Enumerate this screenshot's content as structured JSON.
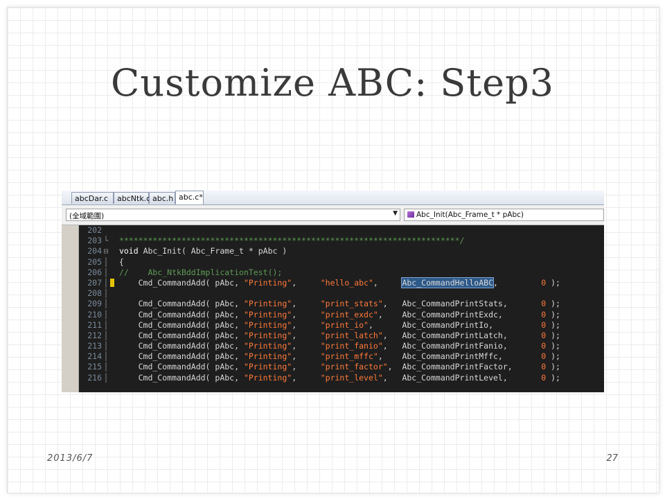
{
  "slide": {
    "title": "Customize ABC: Step3",
    "date": "2013/6/7",
    "page": "27"
  },
  "tabs": [
    {
      "label": "abcDar.c"
    },
    {
      "label": "abcNtk.c"
    },
    {
      "label": "abc.h"
    },
    {
      "label": "abc.c*",
      "active": true
    }
  ],
  "navbar": {
    "scope_value": "(全域範圍)",
    "function_value": "Abc_Init(Abc_Frame_t * pAbc)",
    "function_icon": "function-icon"
  },
  "code_lines": [
    {
      "n": "202",
      "fold": "",
      "mark": "",
      "html": ""
    },
    {
      "n": "203",
      "fold": "└",
      "mark": "",
      "html": "<span class='cm'>***********************************************************************/</span>"
    },
    {
      "n": "204",
      "fold": "⊟",
      "mark": "",
      "html": "<span class='kw'>void</span> Abc_Init( Abc_Frame_t * pAbc )"
    },
    {
      "n": "205",
      "fold": "│",
      "mark": "",
      "html": "{"
    },
    {
      "n": "206",
      "fold": "│",
      "mark": "",
      "html": "<span class='cm'>//    Abc_NtkBddImplicationTest();</span>"
    },
    {
      "n": "207",
      "fold": "│",
      "mark": "y",
      "html": "    Cmd_CommandAdd( pAbc, <span class='str'>\"Printing\"</span>,     <span class='str'>\"hello_abc\"</span>,     <span class='sel'>Abc_CommandHelloABC</span>,         <span class='num'>0</span> );"
    },
    {
      "n": "208",
      "fold": "│",
      "mark": "",
      "html": ""
    },
    {
      "n": "209",
      "fold": "│",
      "mark": "",
      "html": "    Cmd_CommandAdd( pAbc, <span class='str'>\"Printing\"</span>,     <span class='str'>\"print_stats\"</span>,   Abc_CommandPrintStats,       <span class='num'>0</span> );"
    },
    {
      "n": "210",
      "fold": "│",
      "mark": "",
      "html": "    Cmd_CommandAdd( pAbc, <span class='str'>\"Printing\"</span>,     <span class='str'>\"print_exdc\"</span>,    Abc_CommandPrintExdc,        <span class='num'>0</span> );"
    },
    {
      "n": "211",
      "fold": "│",
      "mark": "",
      "html": "    Cmd_CommandAdd( pAbc, <span class='str'>\"Printing\"</span>,     <span class='str'>\"print_io\"</span>,      Abc_CommandPrintIo,          <span class='num'>0</span> );"
    },
    {
      "n": "212",
      "fold": "│",
      "mark": "",
      "html": "    Cmd_CommandAdd( pAbc, <span class='str'>\"Printing\"</span>,     <span class='str'>\"print_latch\"</span>,   Abc_CommandPrintLatch,       <span class='num'>0</span> );"
    },
    {
      "n": "213",
      "fold": "│",
      "mark": "",
      "html": "    Cmd_CommandAdd( pAbc, <span class='str'>\"Printing\"</span>,     <span class='str'>\"print_fanio\"</span>,   Abc_CommandPrintFanio,       <span class='num'>0</span> );"
    },
    {
      "n": "214",
      "fold": "│",
      "mark": "",
      "html": "    Cmd_CommandAdd( pAbc, <span class='str'>\"Printing\"</span>,     <span class='str'>\"print_mffc\"</span>,    Abc_CommandPrintMffc,        <span class='num'>0</span> );"
    },
    {
      "n": "215",
      "fold": "│",
      "mark": "",
      "html": "    Cmd_CommandAdd( pAbc, <span class='str'>\"Printing\"</span>,     <span class='str'>\"print_factor\"</span>,  Abc_CommandPrintFactor,      <span class='num'>0</span> );"
    },
    {
      "n": "216",
      "fold": "│",
      "mark": "",
      "html": "    Cmd_CommandAdd( pAbc, <span class='str'>\"Printing\"</span>,     <span class='str'>\"print_level\"</span>,   Abc_CommandPrintLevel,       <span class='num'>0</span> );"
    }
  ],
  "colors": {
    "editor_bg": "#1e1e1e",
    "string": "#ff7a3a",
    "comment": "#5e9955",
    "selection": "#2e5a8a",
    "change_marker": "#e5c200"
  }
}
